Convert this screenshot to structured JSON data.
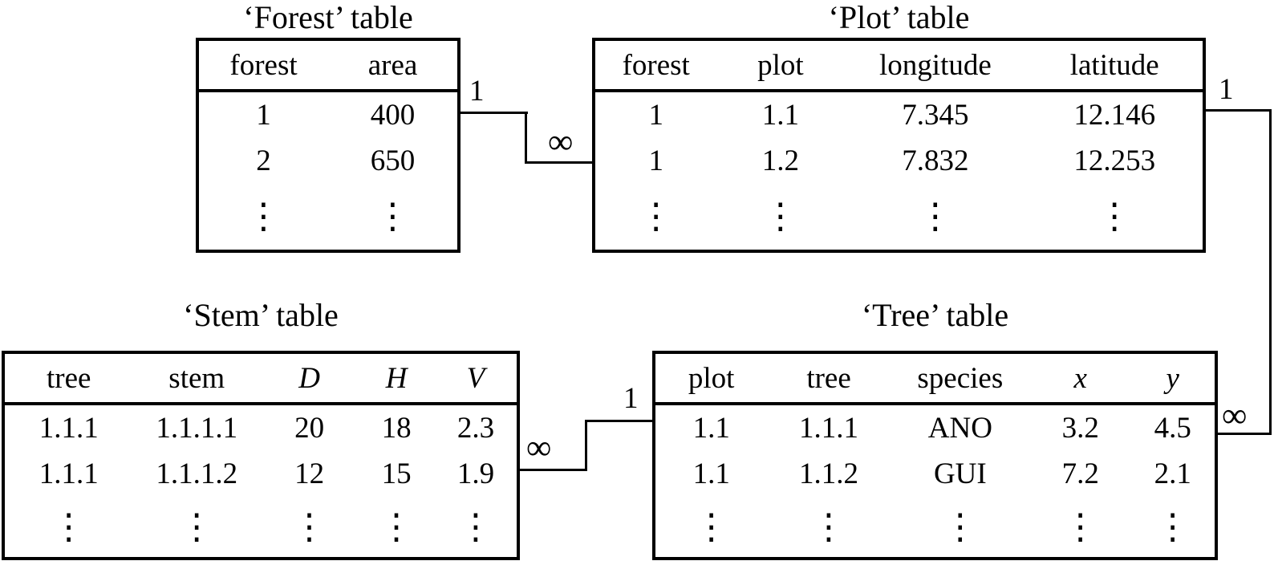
{
  "page": {
    "background": "#ffffff",
    "line_color": "#000000",
    "text_color": "#000000"
  },
  "vdots": "⋮",
  "tables": [
    {
      "id": "forest",
      "title": "‘Forest’ table",
      "columns": [
        "forest",
        "area"
      ],
      "italic_cols": [],
      "rows": [
        [
          "1",
          "400"
        ],
        [
          "2",
          "650"
        ]
      ]
    },
    {
      "id": "plot",
      "title": "‘Plot’ table",
      "columns": [
        "forest",
        "plot",
        "longitude",
        "latitude"
      ],
      "italic_cols": [],
      "rows": [
        [
          "1",
          "1.1",
          "7.345",
          "12.146"
        ],
        [
          "1",
          "1.2",
          "7.832",
          "12.253"
        ]
      ]
    },
    {
      "id": "stem",
      "title": "‘Stem’ table",
      "columns": [
        "tree",
        "stem",
        "D",
        "H",
        "V"
      ],
      "italic_cols": [
        2,
        3,
        4
      ],
      "rows": [
        [
          "1.1.1",
          "1.1.1.1",
          "20",
          "18",
          "2.3"
        ],
        [
          "1.1.1",
          "1.1.1.2",
          "12",
          "15",
          "1.9"
        ]
      ]
    },
    {
      "id": "tree",
      "title": "‘Tree’ table",
      "columns": [
        "plot",
        "tree",
        "species",
        "x",
        "y"
      ],
      "italic_cols": [
        3,
        4
      ],
      "rows": [
        [
          "1.1",
          "1.1.1",
          "ANO",
          "3.2",
          "4.5"
        ],
        [
          "1.1",
          "1.1.2",
          "GUI",
          "7.2",
          "2.1"
        ]
      ]
    }
  ],
  "relationships": [
    {
      "from": "Forest",
      "to": "Plot",
      "one_label": "1",
      "many_label": "∞"
    },
    {
      "from": "Plot",
      "to": "Tree",
      "one_label": "1",
      "many_label": "∞"
    },
    {
      "from": "Tree",
      "to": "Stem",
      "one_label": "1",
      "many_label": "∞"
    }
  ]
}
